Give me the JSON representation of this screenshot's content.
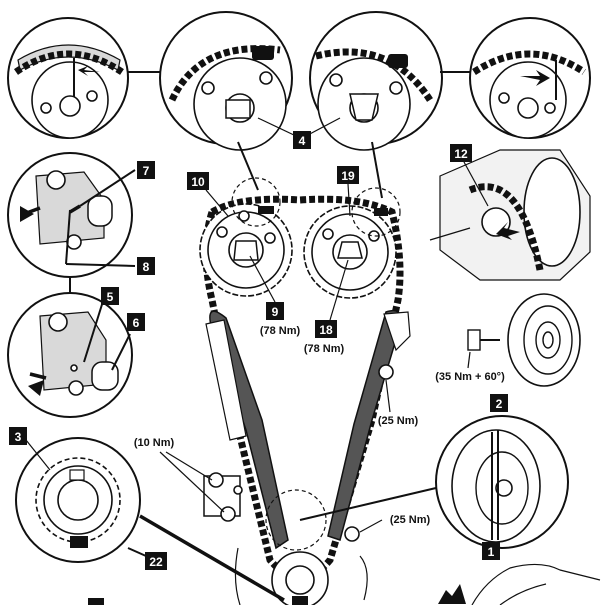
{
  "callouts": {
    "c1": "1",
    "c2": "2",
    "c3": "3",
    "c4": "4",
    "c5": "5",
    "c6": "6",
    "c7": "7",
    "c8": "8",
    "c9": "9",
    "c10": "10",
    "c12": "12",
    "c18": "18",
    "c19": "19",
    "c22": "22"
  },
  "torques": {
    "t9": "(78 Nm)",
    "t18": "(78 Nm)",
    "pulley_bolt": "(35 Nm + 60°)",
    "guide_bolt_right": "(25 Nm)",
    "tensioner_bolts": "(10 Nm)",
    "guide_bolt_lower": "(25 Nm)"
  }
}
